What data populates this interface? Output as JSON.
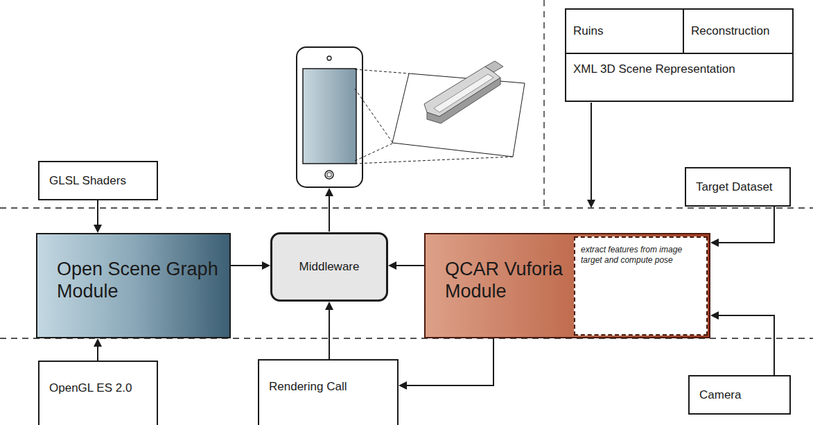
{
  "diagram": {
    "nodes": [
      {
        "text": [
          "Ruins",
          "Reconstruction",
          "XML 3D Scene Representation"
        ]
      },
      {
        "text": [
          "GLSL Shaders"
        ]
      },
      {
        "text": [
          "Target Dataset"
        ]
      },
      {
        "text": [
          "Open Scene Graph Module"
        ]
      },
      {
        "text": [
          "Middleware"
        ]
      },
      {
        "text": [
          "QCAR Vuforia Module"
        ]
      },
      {
        "text": [
          "extract features from image target and compute pose"
        ],
        "in": 5
      },
      {
        "text": [
          "OpenGL ES 2.0"
        ]
      },
      {
        "text": [
          "Rendering Call"
        ]
      },
      {
        "text": [
          "Camera"
        ]
      }
    ],
    "edges": [
      {
        "from": 1,
        "to": 3,
        "arrow": "to"
      },
      {
        "from": 7,
        "to": 3,
        "arrow": "to"
      },
      {
        "from": 3,
        "to": 4,
        "arrow": "to"
      },
      {
        "from": 5,
        "to": 4,
        "arrow": "to"
      },
      {
        "from": 8,
        "to": 4,
        "arrow": "to"
      },
      {
        "from": 5,
        "to": 8,
        "arrow": "to"
      },
      {
        "from": 2,
        "to": 5,
        "arrow": "to"
      },
      {
        "from": 9,
        "to": 5,
        "arrow": "to"
      }
    ]
  }
}
